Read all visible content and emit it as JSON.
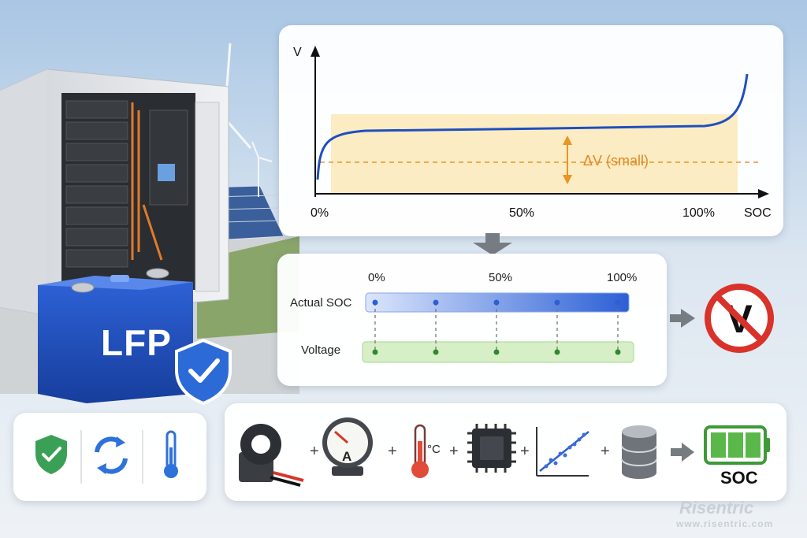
{
  "battery": {
    "label": "LFP"
  },
  "curve": {
    "y_axis_label": "V",
    "x_axis_label": "SOC",
    "x_ticks": [
      "0%",
      "50%",
      "100%"
    ],
    "annotation": "ΔV (small)",
    "colors": {
      "curve": "#1f4fbf",
      "band": "#fbe9b8",
      "annotation": "#e89524"
    }
  },
  "soc_compare": {
    "ticks": [
      "0%",
      "50%",
      "100%"
    ],
    "row_actual": "Actual SOC",
    "row_voltage": "Voltage",
    "colors": {
      "actual_bar": "#3f6fe0",
      "voltage_bar": "#d6efc7",
      "no_sign": "#d9322b"
    }
  },
  "features": {
    "icons": [
      "shield-check-icon",
      "cycle-arrows-icon",
      "thermometer-icon"
    ]
  },
  "pipeline": {
    "thermo_unit": "°C",
    "ammeter_letter": "A",
    "plus": "+",
    "result_label": "SOC"
  },
  "watermark": {
    "brand": "Risentric",
    "url": "www.risentric.com"
  }
}
